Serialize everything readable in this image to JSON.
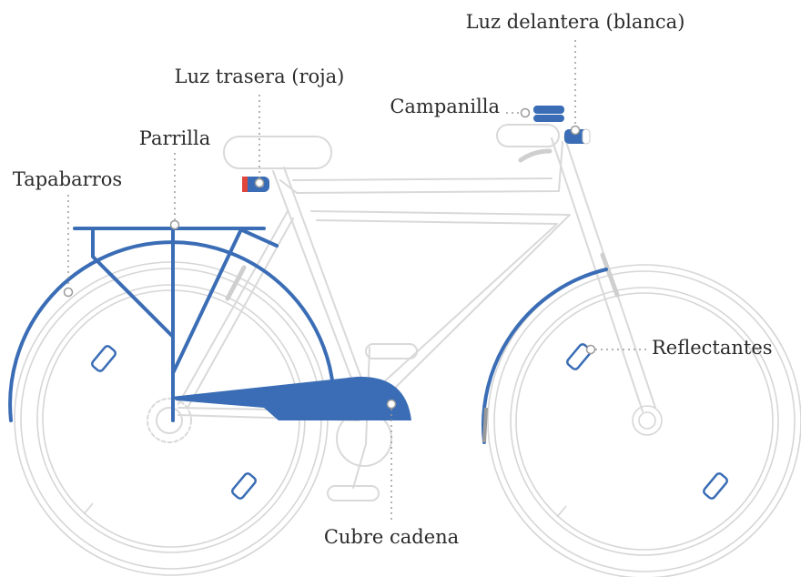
{
  "labels": {
    "front_light": "Luz delantera (blanca)",
    "rear_light": "Luz trasera (roja)",
    "bell": "Campanilla",
    "rack": "Parrilla",
    "fender": "Tapabarros",
    "reflectors": "Reflectantes",
    "chain_guard": "Cubre cadena"
  },
  "colors": {
    "accent": "#3a6db5",
    "frame": "#d9d9d9",
    "rear_light_red": "#e0463c",
    "text": "#2b2b2b"
  }
}
